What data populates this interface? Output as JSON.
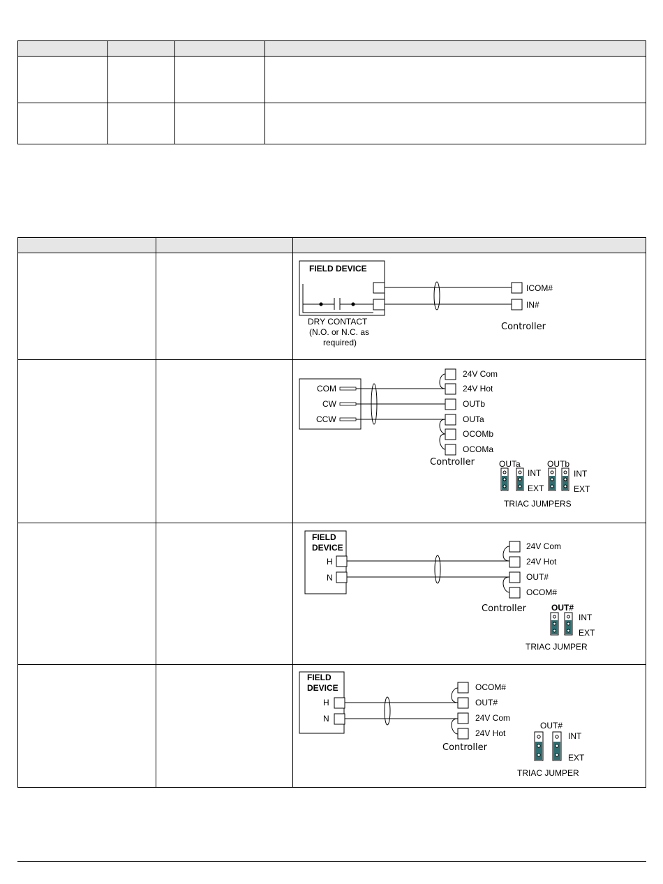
{
  "diagram_dry_contact": {
    "box_title": "FIELD DEVICE",
    "terminals": [
      "ICOM#",
      "IN#"
    ],
    "caption_lines": [
      "DRY CONTACT",
      "(N.O. or N.C. as",
      "required)"
    ],
    "controller_label": "Controller"
  },
  "diagram_floating": {
    "device_terminals": [
      "COM",
      "CW",
      "CCW"
    ],
    "controller_terminals": [
      "24V Com",
      "24V Hot",
      "OUTb",
      "OUTa",
      "OCOMb",
      "OCOMa"
    ],
    "controller_label": "Controller",
    "jumper_groups": [
      "OUTa",
      "OUTb"
    ],
    "jumper_int": "INT",
    "jumper_ext": "EXT",
    "jumper_caption": "TRIAC JUMPERS"
  },
  "diagram_int_power": {
    "box_title_lines": [
      "FIELD",
      "DEVICE"
    ],
    "device_terminals": [
      "H",
      "N"
    ],
    "controller_terminals": [
      "24V Com",
      "24V Hot",
      "OUT#",
      "OCOM#"
    ],
    "controller_label": "Controller",
    "jumper_label": "OUT#",
    "jumper_int": "INT",
    "jumper_ext": "EXT",
    "jumper_caption": "TRIAC JUMPER"
  },
  "diagram_ext_power": {
    "box_title_lines": [
      "FIELD",
      "DEVICE"
    ],
    "device_terminals": [
      "H",
      "N"
    ],
    "controller_terminals": [
      "OCOM#",
      "OUT#",
      "24V Com",
      "24V Hot"
    ],
    "controller_label": "Controller",
    "jumper_label": "OUT#",
    "jumper_int": "INT",
    "jumper_ext": "EXT",
    "jumper_caption": "TRIAC JUMPER"
  }
}
